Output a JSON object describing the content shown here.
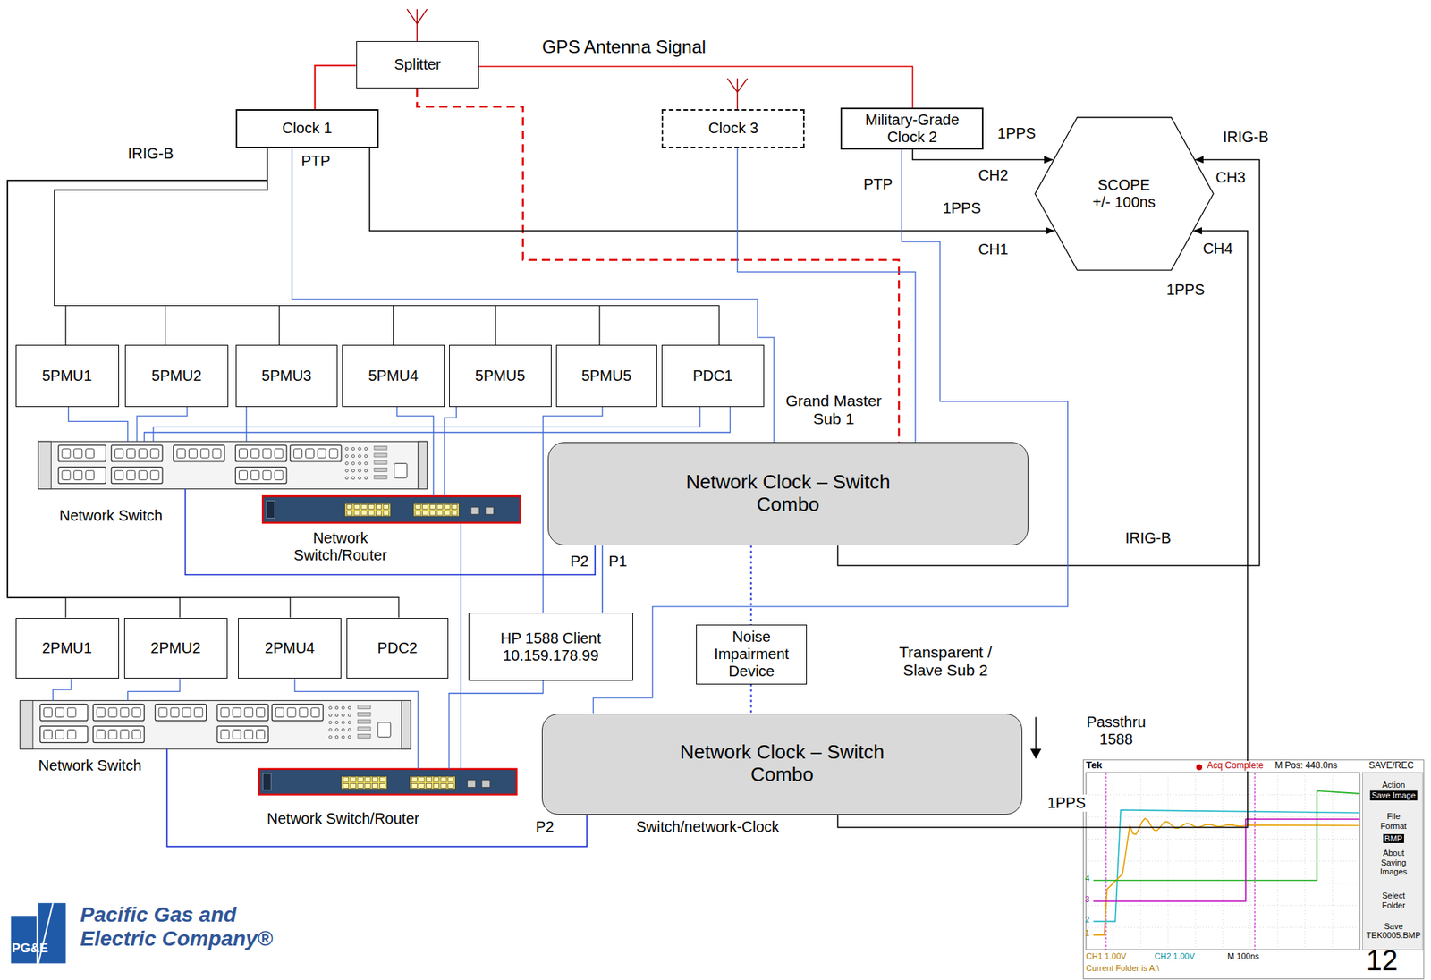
{
  "diagram": {
    "nodes": [
      {
        "text": [
          "Splitter"
        ]
      },
      {
        "text": [
          "Clock 1"
        ]
      },
      {
        "text": [
          "Clock 3"
        ]
      },
      {
        "text": [
          "Military-Grade Clock 2"
        ]
      },
      {
        "text": [
          "SCOPE",
          "+/- 100ns"
        ]
      },
      {
        "text": [
          "5PMU1"
        ]
      },
      {
        "text": [
          "5PMU2"
        ]
      },
      {
        "text": [
          "5PMU3"
        ]
      },
      {
        "text": [
          "5PMU4"
        ]
      },
      {
        "text": [
          "5PMU5"
        ]
      },
      {
        "text": [
          "5PMU5"
        ]
      },
      {
        "text": [
          "PDC1"
        ]
      },
      {
        "text": [
          "Network Clock – Switch Combo"
        ]
      },
      {
        "text": [
          "2PMU1"
        ]
      },
      {
        "text": [
          "2PMU2"
        ]
      },
      {
        "text": [
          "2PMU4"
        ]
      },
      {
        "text": [
          "PDC2"
        ]
      },
      {
        "text": [
          "HP 1588 Client",
          "10.159.178.99"
        ]
      },
      {
        "text": [
          "Noise Impairment Device"
        ]
      },
      {
        "text": [
          "Network Clock – Switch Combo"
        ]
      }
    ],
    "edges": [
      {
        "from": 0,
        "to": 1,
        "arrow": "none"
      },
      {
        "from": 0,
        "to": 3,
        "arrow": "none"
      },
      {
        "from": 0,
        "to": 12,
        "arrow": "none"
      },
      {
        "from": 1,
        "to": 4,
        "arrow": "to"
      },
      {
        "from": 3,
        "to": 4,
        "arrow": "to"
      },
      {
        "from": 12,
        "to": 4,
        "arrow": "to"
      },
      {
        "from": 19,
        "to": 4,
        "arrow": "to"
      },
      {
        "from": 1,
        "to": 5,
        "arrow": "none"
      },
      {
        "from": 1,
        "to": 6,
        "arrow": "none"
      },
      {
        "from": 1,
        "to": 7,
        "arrow": "none"
      },
      {
        "from": 1,
        "to": 8,
        "arrow": "none"
      },
      {
        "from": 1,
        "to": 9,
        "arrow": "none"
      },
      {
        "from": 1,
        "to": 10,
        "arrow": "none"
      },
      {
        "from": 1,
        "to": 11,
        "arrow": "none"
      },
      {
        "from": 1,
        "to": 13,
        "arrow": "none"
      },
      {
        "from": 1,
        "to": 14,
        "arrow": "none"
      },
      {
        "from": 1,
        "to": 15,
        "arrow": "none"
      },
      {
        "from": 1,
        "to": 16,
        "arrow": "none"
      },
      {
        "from": 1,
        "to": 12,
        "arrow": "none"
      },
      {
        "from": 2,
        "to": 12,
        "arrow": "none"
      },
      {
        "from": 3,
        "to": 19,
        "arrow": "none"
      },
      {
        "from": 12,
        "to": 17,
        "arrow": "none"
      },
      {
        "from": 12,
        "to": 18,
        "arrow": "none"
      },
      {
        "from": 18,
        "to": 19,
        "arrow": "none"
      }
    ],
    "labels": [
      "GPS Antenna Signal",
      "IRIG-B",
      "PTP",
      "PTP",
      "1PPS",
      "CH2",
      "1PPS",
      "CH1",
      "IRIG-B",
      "CH3",
      "CH4",
      "1PPS",
      "Grand Master Sub 1",
      "Network Switch",
      "Network Switch/Router",
      "P2",
      "P1",
      "IRIG-B",
      "Network Switch",
      "Transparent / Slave Sub 2",
      "Network Switch/Router",
      "Passthru 1588",
      "1PPS",
      "P2",
      "Switch/network-Clock",
      "Pacific Gas and Electric Company®",
      "PG&E",
      "12",
      "Tek",
      "Acq Complete",
      "M Pos: 448.0ns",
      "SAVE/REC",
      "Action",
      "Save Image",
      "File Format",
      "BMP",
      "About Saving Images",
      "Select Folder",
      "Save TEK0005.BMP",
      "CH1 1.00V",
      "CH2 1.00V",
      "M 100ns",
      "Current Folder is A:\\",
      "4",
      "3",
      "2",
      "1"
    ]
  }
}
